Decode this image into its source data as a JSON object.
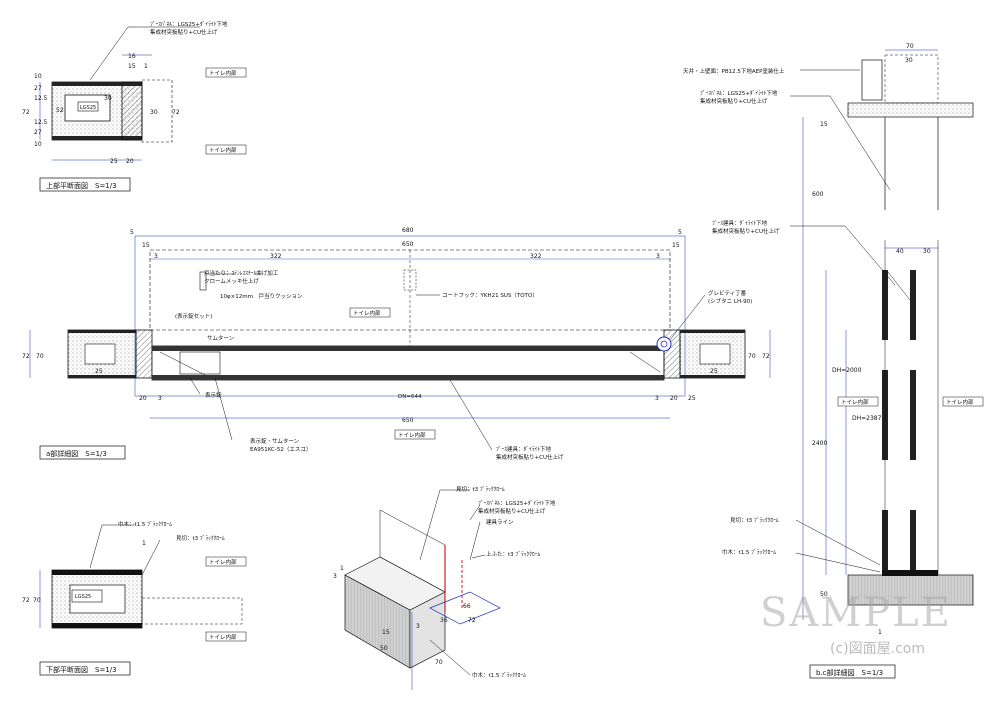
{
  "titles": {
    "upper_plan": "上部平断面図　S=1/3",
    "detail_a": "a部詳細図　S=1/3",
    "lower_plan": "下部平断面図　S=1/3",
    "detail_bc": "b.c部詳細図　S=1/3"
  },
  "upper_plan": {
    "panel_note_1": "ﾌﾞｰｽﾊﾟﾈﾙ：LGS25+ﾀﾞｲﾗｲﾄ下地",
    "panel_note_2": "集成材突板貼り+CU仕上げ",
    "toilet_in_1": "トイレ内部",
    "toilet_in_2": "トイレ内部",
    "lgs": "LGS25",
    "dims": [
      "16",
      "15",
      "1",
      "10",
      "27",
      "12.5",
      "52",
      "12.5",
      "27",
      "72",
      "10",
      "30",
      "72",
      "25",
      "20",
      "30"
    ]
  },
  "detail_a": {
    "dims_top": [
      "5",
      "680",
      "5",
      "15",
      "650",
      "15",
      "3",
      "322",
      "322",
      "3"
    ],
    "dims_bottom": [
      "20",
      "3",
      "3",
      "20",
      "25",
      "650"
    ],
    "dims_side": [
      "72",
      "70",
      "72",
      "70",
      "25",
      "25"
    ],
    "stop_note_1": "戸当たり：ｽﾃﾝﾚｽｽﾁｰﾙ曲げ加工",
    "stop_note_2": "クロームメッキ仕上げ",
    "cushion": "10φ×12mm　戸当りクッション",
    "indicator_set": "(表示錠セット)",
    "thumb_turn": "サムターン",
    "toilet_in": "トイレ内部",
    "toilet_in_bottom": "トイレ内部",
    "coat_hook": "コートフック：YKH21 SUS（TOTO）",
    "hinge_1": "グレビティ丁番",
    "hinge_2": "(シブタニ LH-90)",
    "indicator_lock": "表示錠",
    "dn": "DN=644",
    "indicator_note_1": "表示錠・サムターン",
    "indicator_note_2": "EA951KC-52（エスコ）",
    "door_note_1": "ﾌﾞｰｽ建具：ﾀﾞｲﾗｲﾄ下地",
    "door_note_2": "集成材突板貼り+CU仕上げ"
  },
  "lower_plan": {
    "baseboard": "巾木：t1.5 ﾌﾞﾗｯｸｸﾛｰﾑ",
    "trim": "見切：t3 ﾌﾞﾗｯｸｸﾛｰﾑ",
    "toilet_in_1": "トイレ内部",
    "toilet_in_2": "トイレ内部",
    "lgs": "LGS25",
    "dims": [
      "1",
      "72",
      "70"
    ]
  },
  "iso": {
    "trim": "見切：t3 ﾌﾞﾗｯｸｸﾛｰﾑ",
    "panel_1": "ﾌﾞｰｽﾊﾟﾈﾙ：LGS25+ﾀﾞｲﾗｲﾄ下地",
    "panel_2": "集成材突板貼り+CU仕上げ",
    "door_line": "建具ライン",
    "top_cap": "上ふた：t3 ﾌﾞﾗｯｸｸﾛｰﾑ",
    "baseboard": "巾木：t1.5 ﾌﾞﾗｯｸｸﾛｰﾑ",
    "dims": [
      "3",
      "1",
      "15",
      "50",
      "36",
      "66",
      "72",
      "70",
      "3"
    ]
  },
  "detail_bc": {
    "ceiling": "天井・上壁面：PB12.5下地AEP塗装仕上",
    "panel_1": "ﾌﾞｰｽﾊﾟﾈﾙ：LGS25+ﾀﾞｲﾗｲﾄ下地",
    "panel_2": "集成材突板貼り+CU仕上げ",
    "door_1": "ﾌﾞｰｽ建具：ﾀﾞｲﾗｲﾄ下地",
    "door_2": "集成材突板貼り+CU仕上げ",
    "trim": "見切：t3 ﾌﾞﾗｯｸｸﾛｰﾑ",
    "baseboard": "巾木：t1.5 ﾌﾞﾗｯｸｸﾛｰﾑ",
    "toilet_in_l": "トイレ内部",
    "toilet_in_r": "トイレ内部",
    "dims": [
      "70",
      "30",
      "15",
      "600",
      "40",
      "30",
      "DH=2000",
      "DH=2387",
      "2400",
      "50",
      "1"
    ]
  },
  "watermark": {
    "main": "SAMPLE",
    "sub": "(c)図面屋.com"
  },
  "colors": {
    "line": "#111111",
    "dimension": "#1e2fbf",
    "accent_red": "#d42020",
    "hatch_grey": "#9a9a9a"
  }
}
